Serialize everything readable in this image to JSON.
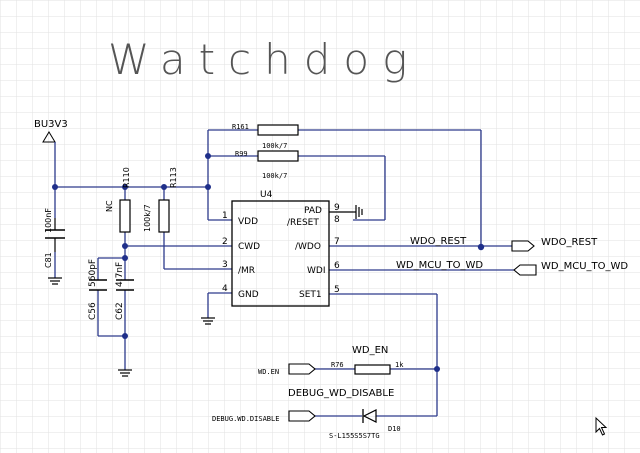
{
  "title": "Watchdog",
  "power_net": "BU3V3",
  "ic": {
    "ref": "U4",
    "pins_left": [
      {
        "num": "1",
        "name": "VDD"
      },
      {
        "num": "2",
        "name": "CWD"
      },
      {
        "num": "3",
        "name": "/MR"
      },
      {
        "num": "4",
        "name": "GND"
      }
    ],
    "pins_right": [
      {
        "num": "9",
        "name": "PAD"
      },
      {
        "num": "8",
        "name": "/RESET"
      },
      {
        "num": "7",
        "name": "/WDO"
      },
      {
        "num": "6",
        "name": "WDI"
      },
      {
        "num": "5",
        "name": "SET1"
      }
    ]
  },
  "resistors": {
    "r161": {
      "ref": "R161"
    },
    "r99": {
      "ref": "R99",
      "value": "100k/7"
    },
    "r99_lower_value": "100k/7",
    "r110": {
      "ref": "R110",
      "value": "NC"
    },
    "r113": {
      "ref": "R113",
      "value": "100k/7"
    },
    "r76": {
      "ref": "R76",
      "value": "1k"
    }
  },
  "capacitors": {
    "c81": {
      "ref": "C81",
      "value": "100nF"
    },
    "c56": {
      "ref": "C56",
      "value": "560pF"
    },
    "c62": {
      "ref": "C62",
      "value": "4.7nF"
    }
  },
  "diode": {
    "ref": "D10",
    "part": "S-L155S5S7TG"
  },
  "nets": {
    "wdo_rest_wire": "WDO_REST",
    "wdo_rest_port": "WDO_REST",
    "wd_mcu_to_wd_wire": "WD_MCU_TO_WD",
    "wd_mcu_to_wd_port": "WD_MCU_TO_WD",
    "wd_en_label": "WD_EN",
    "wd_en_port": "WD.EN",
    "debug_wd_disable_label": "DEBUG_WD_DISABLE",
    "debug_wd_disable_port": "DEBUG.WD.DISABLE"
  },
  "colors": {
    "wire": "#2d3a8c",
    "junction": "#1f2f8a",
    "grid": "#e2e2e2",
    "part": "#000000"
  }
}
